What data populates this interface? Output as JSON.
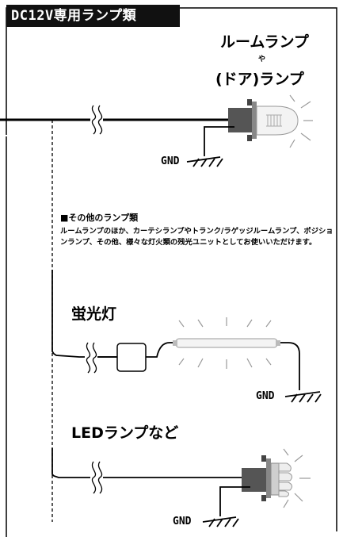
{
  "title": "DC12V専用ランプ類",
  "room_lamp": {
    "line1": "ルームランプ",
    "connector": "や",
    "line2": "(ドア)ランプ",
    "gnd": "GND"
  },
  "note": {
    "heading": "■その他のランプ類",
    "body": "ルームランプのほか、カーテシランプやトランク/ラゲッジルームランプ、ポジションランプ、その他、様々な灯火類の残光ユニットとしてお使いいただけます。"
  },
  "fluorescent": {
    "label": "蛍光灯",
    "gnd": "GND"
  },
  "led": {
    "label": "LEDランプなど",
    "gnd": "GND"
  }
}
